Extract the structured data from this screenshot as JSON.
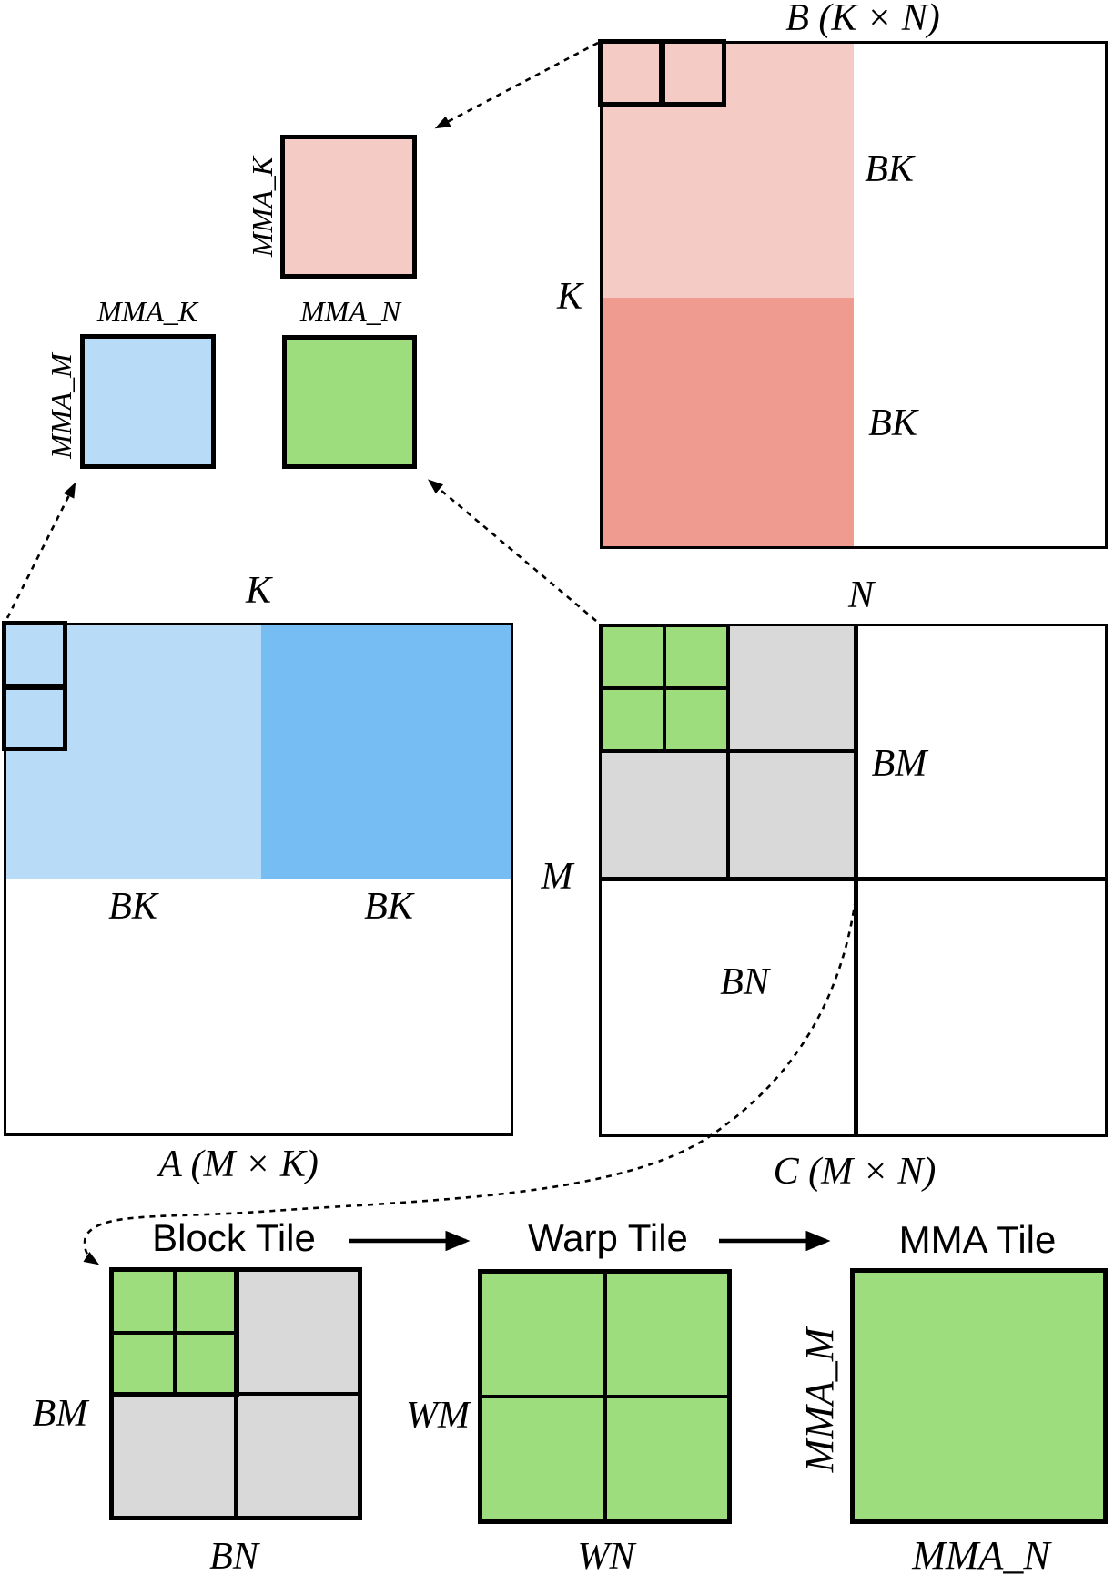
{
  "matrix_b": {
    "title": "B (K × N)",
    "side_label": "K",
    "bottom_label": "N",
    "bk_top": "BK",
    "bk_bottom": "BK"
  },
  "matrix_a": {
    "title": "A (M × K)",
    "top_label": "K",
    "bk_left": "BK",
    "bk_right": "BK"
  },
  "matrix_c": {
    "title": "C (M × N)",
    "side_label": "M",
    "bm_label": "BM",
    "bn_label": "BN"
  },
  "fragments": {
    "b_frag_side": "MMA_K",
    "a_frag_top": "MMA_K",
    "a_frag_side": "MMA_M",
    "c_frag_top": "MMA_N"
  },
  "pipeline": {
    "block": {
      "title": "Block Tile",
      "row_label": "BM",
      "col_label": "BN"
    },
    "warp": {
      "title": "Warp Tile",
      "row_label": "WM",
      "col_label": "WN"
    },
    "mma": {
      "title": "MMA Tile",
      "row_label": "MMA_M",
      "col_label": "MMA_N"
    }
  },
  "colors": {
    "light_pink": "#f4ccc5",
    "salmon": "#f09b8f",
    "light_blue": "#b8dcf8",
    "mid_blue": "#75bdf2",
    "green": "#9edd7e",
    "gray": "#d9d9d9",
    "ink": "#000000"
  }
}
